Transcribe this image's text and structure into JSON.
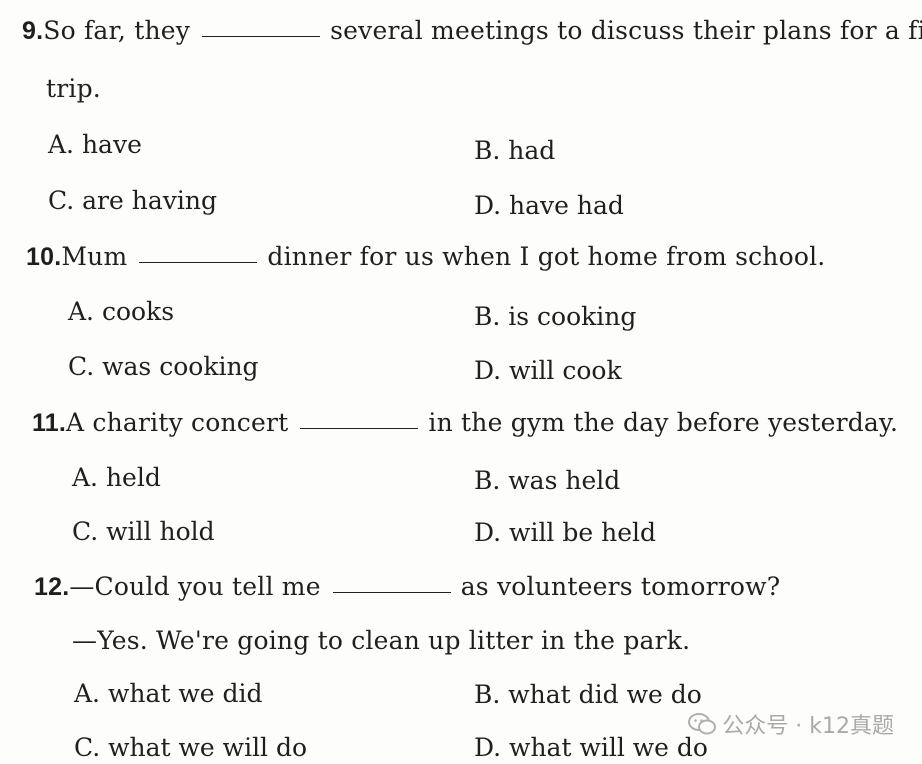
{
  "questions": [
    {
      "number": "9.",
      "stem_before": "So far, they",
      "stem_after": "several meetings to discuss their plans for a field",
      "stem_cont": "trip.",
      "options": {
        "a": "A. have",
        "b": "B. had",
        "c": "C. are having",
        "d": "D. have had"
      }
    },
    {
      "number": "10.",
      "stem_before": "Mum",
      "stem_after": "dinner for us when I got home from school.",
      "options": {
        "a": "A. cooks",
        "b": "B. is cooking",
        "c": "C. was cooking",
        "d": "D. will cook"
      }
    },
    {
      "number": "11.",
      "stem_before": "A charity concert",
      "stem_after": "in the gym the day before yesterday.",
      "options": {
        "a": "A. held",
        "b": "B. was held",
        "c": "C. will hold",
        "d": "D. will be held"
      }
    },
    {
      "number": "12.",
      "stem_before": "—Could you tell me",
      "stem_after": "as volunteers tomorrow?",
      "stem_cont": "—Yes. We're going to clean up litter in the park.",
      "options": {
        "a": "A. what we did",
        "b": "B. what did we do",
        "c": "C. what we will do",
        "d": "D. what will we do"
      }
    }
  ],
  "watermark": {
    "text": "公众号 · k12真题",
    "icon": "wechat-icon",
    "color": "#a9a9a9"
  }
}
